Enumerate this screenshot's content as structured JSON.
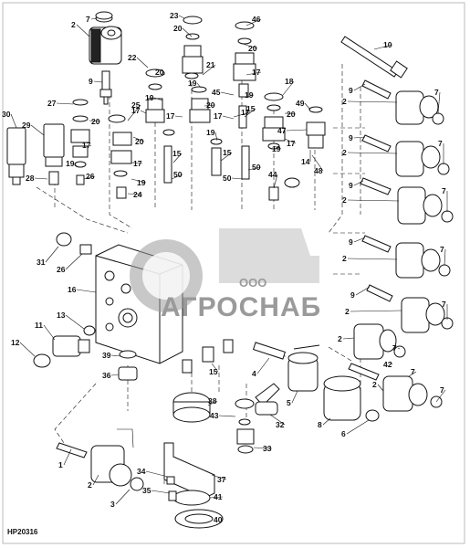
{
  "diagram": {
    "drawing_code": "HP20316",
    "watermark": {
      "prefix": "ООО",
      "name": "АГРОСНАБ"
    },
    "callouts": [
      {
        "n": "1"
      },
      {
        "n": "2"
      },
      {
        "n": "3"
      },
      {
        "n": "4"
      },
      {
        "n": "5"
      },
      {
        "n": "6"
      },
      {
        "n": "7"
      },
      {
        "n": "8"
      },
      {
        "n": "9"
      },
      {
        "n": "10"
      },
      {
        "n": "11"
      },
      {
        "n": "12"
      },
      {
        "n": "13"
      },
      {
        "n": "14"
      },
      {
        "n": "15"
      },
      {
        "n": "16"
      },
      {
        "n": "17"
      },
      {
        "n": "18"
      },
      {
        "n": "19"
      },
      {
        "n": "20"
      },
      {
        "n": "21"
      },
      {
        "n": "22"
      },
      {
        "n": "23"
      },
      {
        "n": "24"
      },
      {
        "n": "25"
      },
      {
        "n": "26"
      },
      {
        "n": "27"
      },
      {
        "n": "28"
      },
      {
        "n": "29"
      },
      {
        "n": "30"
      },
      {
        "n": "31"
      },
      {
        "n": "32"
      },
      {
        "n": "33"
      },
      {
        "n": "34"
      },
      {
        "n": "35"
      },
      {
        "n": "36"
      },
      {
        "n": "37"
      },
      {
        "n": "38"
      },
      {
        "n": "39"
      },
      {
        "n": "40"
      },
      {
        "n": "41"
      },
      {
        "n": "42"
      },
      {
        "n": "43"
      },
      {
        "n": "44"
      },
      {
        "n": "45"
      },
      {
        "n": "46"
      },
      {
        "n": "47"
      },
      {
        "n": "48"
      },
      {
        "n": "49"
      },
      {
        "n": "50"
      }
    ]
  }
}
